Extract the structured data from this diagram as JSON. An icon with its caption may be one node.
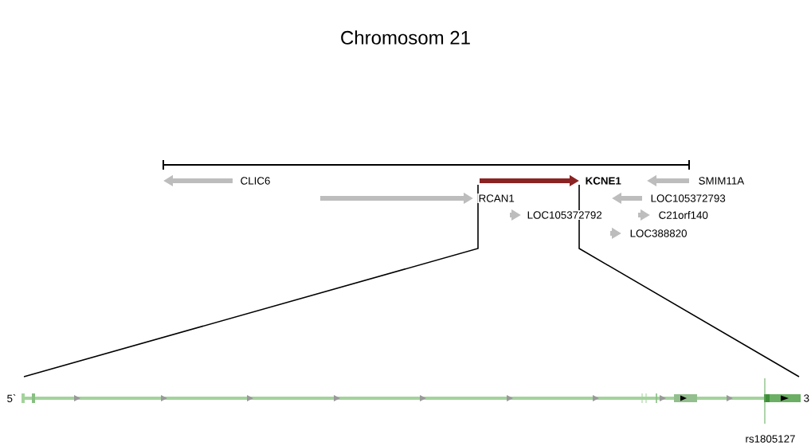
{
  "diagram": {
    "title": "Chromosom 21",
    "labels": [
      "CLIC6",
      "KCNE1",
      "SMIM11A",
      "RCAN1",
      "LOC105372793",
      "LOC105372792",
      "C21orf140",
      "LOC388820",
      "5`",
      "3",
      "rs1805127"
    ]
  }
}
